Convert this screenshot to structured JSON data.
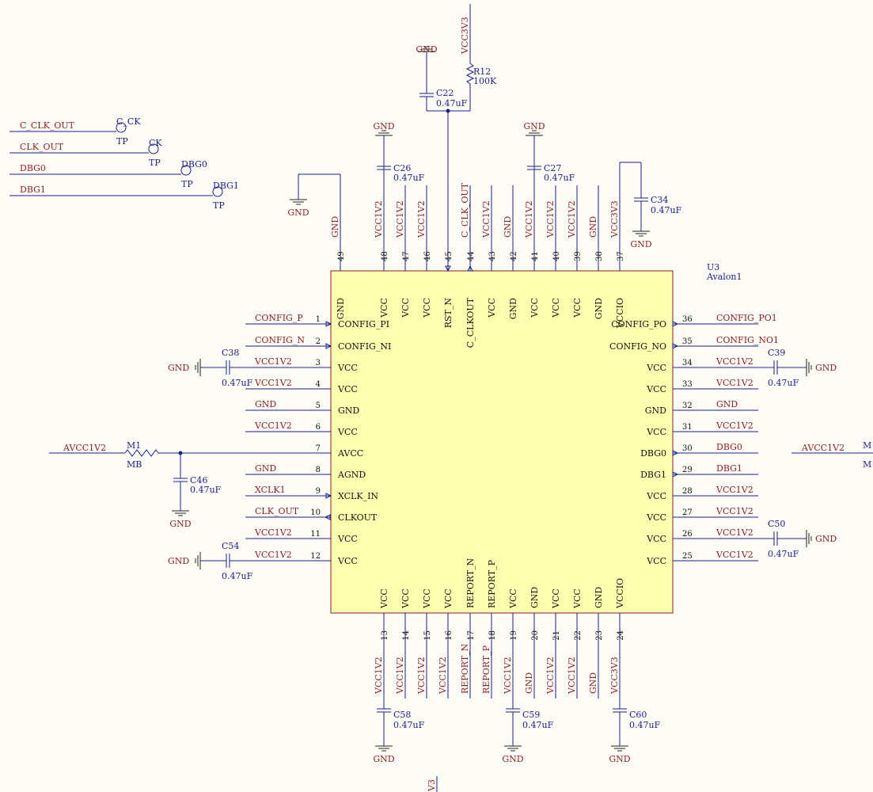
{
  "chip": {
    "ref": "U3",
    "value": "Avalon1",
    "left_pins": [
      {
        "num": "1",
        "name": "CONFIG_PI",
        "net": "CONFIG_P",
        "arrow": "in"
      },
      {
        "num": "2",
        "name": "CONFIG_NI",
        "net": "CONFIG_N",
        "arrow": "in"
      },
      {
        "num": "3",
        "name": "VCC",
        "net": "VCC1V2"
      },
      {
        "num": "4",
        "name": "VCC",
        "net": "VCC1V2"
      },
      {
        "num": "5",
        "name": "GND",
        "net": "GND"
      },
      {
        "num": "6",
        "name": "VCC",
        "net": "VCC1V2"
      },
      {
        "num": "7",
        "name": "AVCC",
        "net": ""
      },
      {
        "num": "8",
        "name": "AGND",
        "net": "GND"
      },
      {
        "num": "9",
        "name": "XCLK_IN",
        "net": "XCLK1",
        "arrow": "in"
      },
      {
        "num": "10",
        "name": "CLKOUT",
        "net": "CLK_OUT",
        "arrow": "out"
      },
      {
        "num": "11",
        "name": "VCC",
        "net": "VCC1V2"
      },
      {
        "num": "12",
        "name": "VCC",
        "net": "VCC1V2"
      }
    ],
    "right_pins": [
      {
        "num": "36",
        "name": "CONFIG_PO",
        "net": "CONFIG_PO1",
        "arrow": "out"
      },
      {
        "num": "35",
        "name": "CONFIG_NO",
        "net": "CONFIG_NO1",
        "arrow": "out"
      },
      {
        "num": "34",
        "name": "VCC",
        "net": "VCC1V2"
      },
      {
        "num": "33",
        "name": "VCC",
        "net": "VCC1V2"
      },
      {
        "num": "32",
        "name": "GND",
        "net": "GND"
      },
      {
        "num": "31",
        "name": "VCC",
        "net": "VCC1V2"
      },
      {
        "num": "30",
        "name": "DBG0",
        "net": "DBG0",
        "arrow": "out"
      },
      {
        "num": "29",
        "name": "DBG1",
        "net": "DBG1",
        "arrow": "out"
      },
      {
        "num": "28",
        "name": "VCC",
        "net": "VCC1V2"
      },
      {
        "num": "27",
        "name": "VCC",
        "net": "VCC1V2"
      },
      {
        "num": "26",
        "name": "VCC",
        "net": "VCC1V2"
      },
      {
        "num": "25",
        "name": "VCC",
        "net": "VCC1V2"
      }
    ],
    "top_pins": [
      {
        "num": "49",
        "name": "GND",
        "net": "GND"
      },
      {
        "num": "48",
        "name": "VCC",
        "net": "VCC1V2"
      },
      {
        "num": "47",
        "name": "VCC",
        "net": "VCC1V2"
      },
      {
        "num": "46",
        "name": "VCC",
        "net": "VCC1V2"
      },
      {
        "num": "45",
        "name": "RST_N",
        "net": "",
        "arrow": "in"
      },
      {
        "num": "44",
        "name": "C_CLKOUT",
        "net": "C_CLK_OUT",
        "arrow": "out"
      },
      {
        "num": "43",
        "name": "VCC",
        "net": "VCC1V2"
      },
      {
        "num": "42",
        "name": "GND",
        "net": "GND"
      },
      {
        "num": "41",
        "name": "VCC",
        "net": "VCC1V2"
      },
      {
        "num": "40",
        "name": "VCC",
        "net": "VCC1V2"
      },
      {
        "num": "39",
        "name": "VCC",
        "net": "VCC1V2"
      },
      {
        "num": "38",
        "name": "GND",
        "net": "GND"
      },
      {
        "num": "37",
        "name": "VCCIO",
        "net": "VCC3V3"
      }
    ],
    "bottom_pins": [
      {
        "num": "13",
        "name": "VCC",
        "net": "VCC1V2"
      },
      {
        "num": "14",
        "name": "VCC",
        "net": "VCC1V2"
      },
      {
        "num": "15",
        "name": "VCC",
        "net": "VCC1V2"
      },
      {
        "num": "16",
        "name": "VCC",
        "net": "VCC1V2"
      },
      {
        "num": "17",
        "name": "REPORT_N",
        "net": "REPORT_N"
      },
      {
        "num": "18",
        "name": "REPORT_P",
        "net": "REPORT_P"
      },
      {
        "num": "19",
        "name": "VCC",
        "net": "VCC1V2"
      },
      {
        "num": "20",
        "name": "GND",
        "net": "GND"
      },
      {
        "num": "21",
        "name": "VCC",
        "net": "VCC1V2"
      },
      {
        "num": "22",
        "name": "VCC",
        "net": "VCC1V2"
      },
      {
        "num": "23",
        "name": "GND",
        "net": "GND"
      },
      {
        "num": "24",
        "name": "VCCIO",
        "net": "VCC3V3"
      }
    ]
  },
  "test_points": [
    {
      "net": "C_CLK_OUT",
      "ref": "C_CK",
      "type": "TP"
    },
    {
      "net": "CLK_OUT",
      "ref": "CK",
      "type": "TP"
    },
    {
      "net": "DBG0",
      "ref": "DBG0",
      "type": "TP"
    },
    {
      "net": "DBG1",
      "ref": "DBG1",
      "type": "TP"
    }
  ],
  "capacitors": {
    "C22": {
      "ref": "C22",
      "value": "0.47uF"
    },
    "C26": {
      "ref": "C26",
      "value": "0.47uF"
    },
    "C27": {
      "ref": "C27",
      "value": "0.47uF"
    },
    "C34": {
      "ref": "C34",
      "value": "0.47uF"
    },
    "C38": {
      "ref": "C38",
      "value": "0.47uF"
    },
    "C39": {
      "ref": "C39",
      "value": "0.47uF"
    },
    "C46": {
      "ref": "C46",
      "value": "0.47uF"
    },
    "C50": {
      "ref": "C50",
      "value": "0.47uF"
    },
    "C54": {
      "ref": "C54",
      "value": "0.47uF"
    },
    "C58": {
      "ref": "C58",
      "value": "0.47uF"
    },
    "C59": {
      "ref": "C59",
      "value": "0.47uF"
    },
    "C60": {
      "ref": "C60",
      "value": "0.47uF"
    }
  },
  "resistor": {
    "ref": "R12",
    "value": "100K"
  },
  "inductor": {
    "ref": "M1",
    "value": "MB",
    "net": "AVCC1V2"
  },
  "inductor_right": {
    "ref": "M",
    "value": "M",
    "net": "AVCC1V2"
  },
  "nets": {
    "gnd": "GND",
    "vcc3v3": "VCC3V3",
    "vcc3v3_partial": "V3"
  }
}
